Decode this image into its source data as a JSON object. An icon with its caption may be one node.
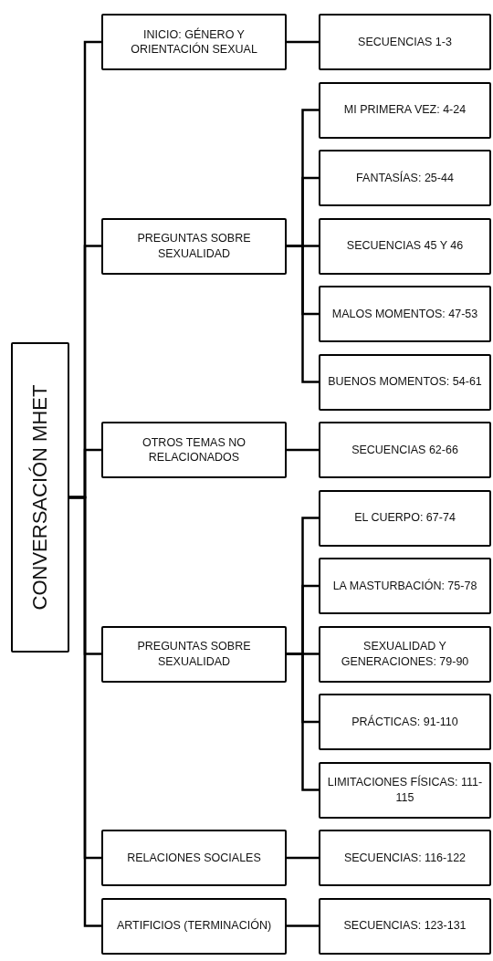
{
  "diagram": {
    "nodes": [
      {
        "text": [
          "CONVERSACIÓN MHET"
        ]
      },
      {
        "text": [
          "INICIO: GÉNERO Y ORIENTACIÓN SEXUAL"
        ]
      },
      {
        "text": [
          "SECUENCIAS 1-3"
        ]
      },
      {
        "text": [
          "PREGUNTAS SOBRE SEXUALIDAD"
        ]
      },
      {
        "text": [
          "MI PRIMERA VEZ: 4-24"
        ]
      },
      {
        "text": [
          "FANTASÍAS: 25-44"
        ]
      },
      {
        "text": [
          "SECUENCIAS 45 Y 46"
        ]
      },
      {
        "text": [
          "MALOS MOMENTOS: 47-53"
        ]
      },
      {
        "text": [
          "BUENOS MOMENTOS: 54-61"
        ]
      },
      {
        "text": [
          "OTROS TEMAS NO RELACIONADOS"
        ]
      },
      {
        "text": [
          "SECUENCIAS 62-66"
        ]
      },
      {
        "text": [
          "PREGUNTAS SOBRE SEXUALIDAD"
        ]
      },
      {
        "text": [
          "EL CUERPO: 67-74"
        ]
      },
      {
        "text": [
          "LA MASTURBACIÓN: 75-78"
        ]
      },
      {
        "text": [
          "SEXUALIDAD Y GENERACIONES: 79-90"
        ]
      },
      {
        "text": [
          "PRÁCTICAS: 91-110"
        ]
      },
      {
        "text": [
          "LIMITACIONES FÍSICAS: 111-115"
        ]
      },
      {
        "text": [
          "RELACIONES SOCIALES"
        ]
      },
      {
        "text": [
          "SECUENCIAS: 116-122"
        ]
      },
      {
        "text": [
          "ARTIFICIOS (TERMINACIÓN)"
        ]
      },
      {
        "text": [
          "SECUENCIAS: 123-131"
        ]
      }
    ],
    "edges": [
      {
        "from": 0,
        "to": 1,
        "arrow": "none"
      },
      {
        "from": 0,
        "to": 3,
        "arrow": "none"
      },
      {
        "from": 0,
        "to": 9,
        "arrow": "none"
      },
      {
        "from": 0,
        "to": 11,
        "arrow": "none"
      },
      {
        "from": 0,
        "to": 17,
        "arrow": "none"
      },
      {
        "from": 0,
        "to": 19,
        "arrow": "none"
      },
      {
        "from": 1,
        "to": 2,
        "arrow": "none"
      },
      {
        "from": 3,
        "to": 4,
        "arrow": "none"
      },
      {
        "from": 3,
        "to": 5,
        "arrow": "none"
      },
      {
        "from": 3,
        "to": 6,
        "arrow": "none"
      },
      {
        "from": 3,
        "to": 7,
        "arrow": "none"
      },
      {
        "from": 3,
        "to": 8,
        "arrow": "none"
      },
      {
        "from": 9,
        "to": 10,
        "arrow": "none"
      },
      {
        "from": 11,
        "to": 12,
        "arrow": "none"
      },
      {
        "from": 11,
        "to": 13,
        "arrow": "none"
      },
      {
        "from": 11,
        "to": 14,
        "arrow": "none"
      },
      {
        "from": 11,
        "to": 15,
        "arrow": "none"
      },
      {
        "from": 11,
        "to": 16,
        "arrow": "none"
      },
      {
        "from": 17,
        "to": 18,
        "arrow": "none"
      },
      {
        "from": 19,
        "to": 20,
        "arrow": "none"
      }
    ]
  }
}
